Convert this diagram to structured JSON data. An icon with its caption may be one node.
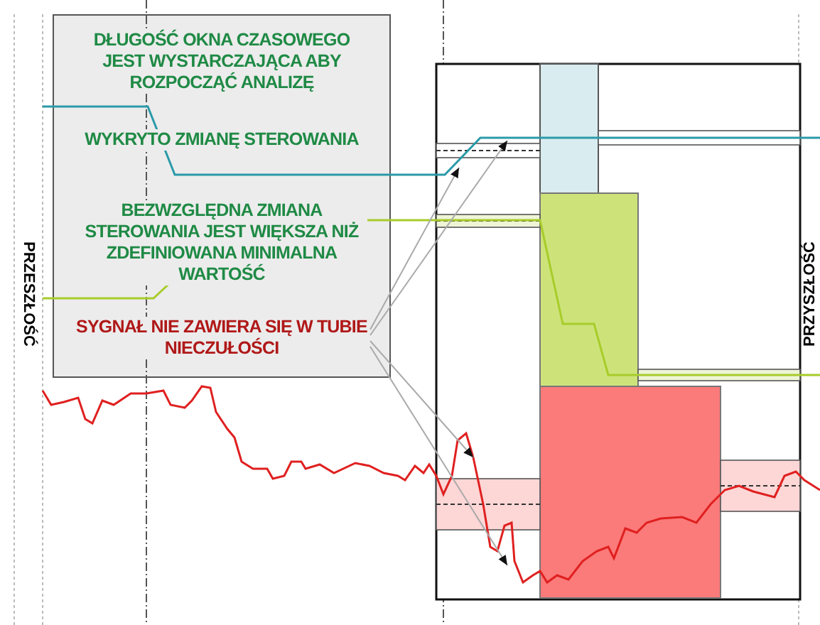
{
  "diagram": {
    "nodes": [
      {
        "text": [],
        "shape": "box"
      },
      {
        "text": [
          "DŁUGOŚĆ OKNA CZASOWEGO JEST WYSTARCZAJĄCA ABY ROZPOCZĄĆ ANALIZĘ"
        ],
        "in": 0
      },
      {
        "text": [
          "WYKRYTO ZMIANĘ STEROWANIA"
        ],
        "in": 0
      },
      {
        "text": [
          "BEZWZGLĘDNA ZMIANA STEROWANIA JEST WIĘKSZA NIŻ ZDEFINIOWANA MINIMALNA WARTOŚĆ"
        ],
        "in": 0
      },
      {
        "text": [
          "SYGNAŁ NIE ZAWIERA SIĘ W TUBIE NIECZUŁOŚCI"
        ],
        "in": 0
      }
    ],
    "edges": [
      {
        "from": 4,
        "to": null,
        "arrow": "to"
      },
      {
        "from": 4,
        "to": null,
        "arrow": "to"
      },
      {
        "from": 4,
        "to": null,
        "arrow": "to"
      },
      {
        "from": 4,
        "to": null,
        "arrow": "to"
      }
    ],
    "labels": [
      "PRZESZŁOŚĆ",
      "PRZYSZŁOŚĆ"
    ]
  }
}
